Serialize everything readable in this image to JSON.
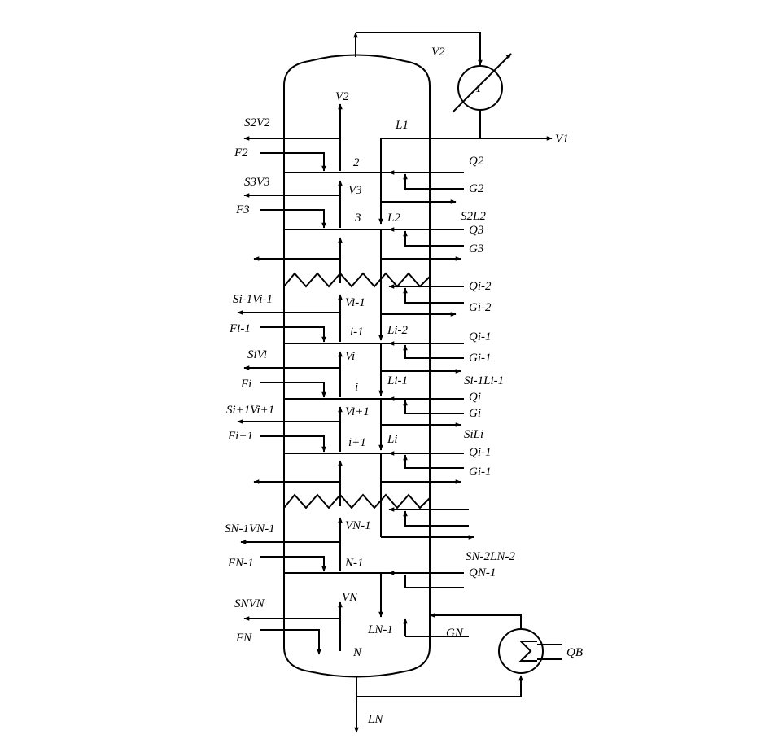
{
  "labels": {
    "top_vapor": "V2",
    "condenser_num": "1",
    "distillate": "V1",
    "reflux": "L1",
    "stage2": "2",
    "stage3": "3",
    "stage_im1": "i-1",
    "stage_i": "i",
    "stage_ip1": "i+1",
    "stage_nm1": "N-1",
    "stage_n": "N",
    "v2_in": "V2",
    "s2v2": "S2V2",
    "f2": "F2",
    "q2": "Q2",
    "g2": "G2",
    "s3v3": "S3V3",
    "v3": "V3",
    "f3": "F3",
    "l2": "L2",
    "s2l2": "S2L2",
    "q3": "Q3",
    "g3": "G3",
    "q_im2": "Qi-2",
    "g_im2": "Gi-2",
    "s_im1_v_im1": "Si-1Vi-1",
    "v_im1": "Vi-1",
    "f_im1": "Fi-1",
    "l_im2": "Li-2",
    "q_im1": "Qi-1",
    "g_im1": "Gi-1",
    "s_i_v_i": "SiVi",
    "v_i": "Vi",
    "f_i": "Fi",
    "l_im1": "Li-1",
    "s_im1_l_im1": "Si-1Li-1",
    "q_i": "Qi",
    "g_i": "Gi",
    "s_ip1_v_ip1": "Si+1Vi+1",
    "v_ip1": "Vi+1",
    "f_ip1": "Fi+1",
    "l_i": "Li",
    "s_i_l_i": "SiLi",
    "q_i_lower": "Qi-1",
    "g_i_lower": "Gi-1",
    "s_nm1_v_nm1": "SN-1VN-1",
    "v_nm1": "VN-1",
    "f_nm1": "FN-1",
    "s_nm2_l_nm2": "SN-2LN-2",
    "q_nm1": "QN-1",
    "s_n_v_n": "SNVN",
    "v_n": "VN",
    "f_n": "FN",
    "l_nm1": "LN-1",
    "g_n": "GN",
    "q_b": "QB",
    "l_n": "LN"
  }
}
